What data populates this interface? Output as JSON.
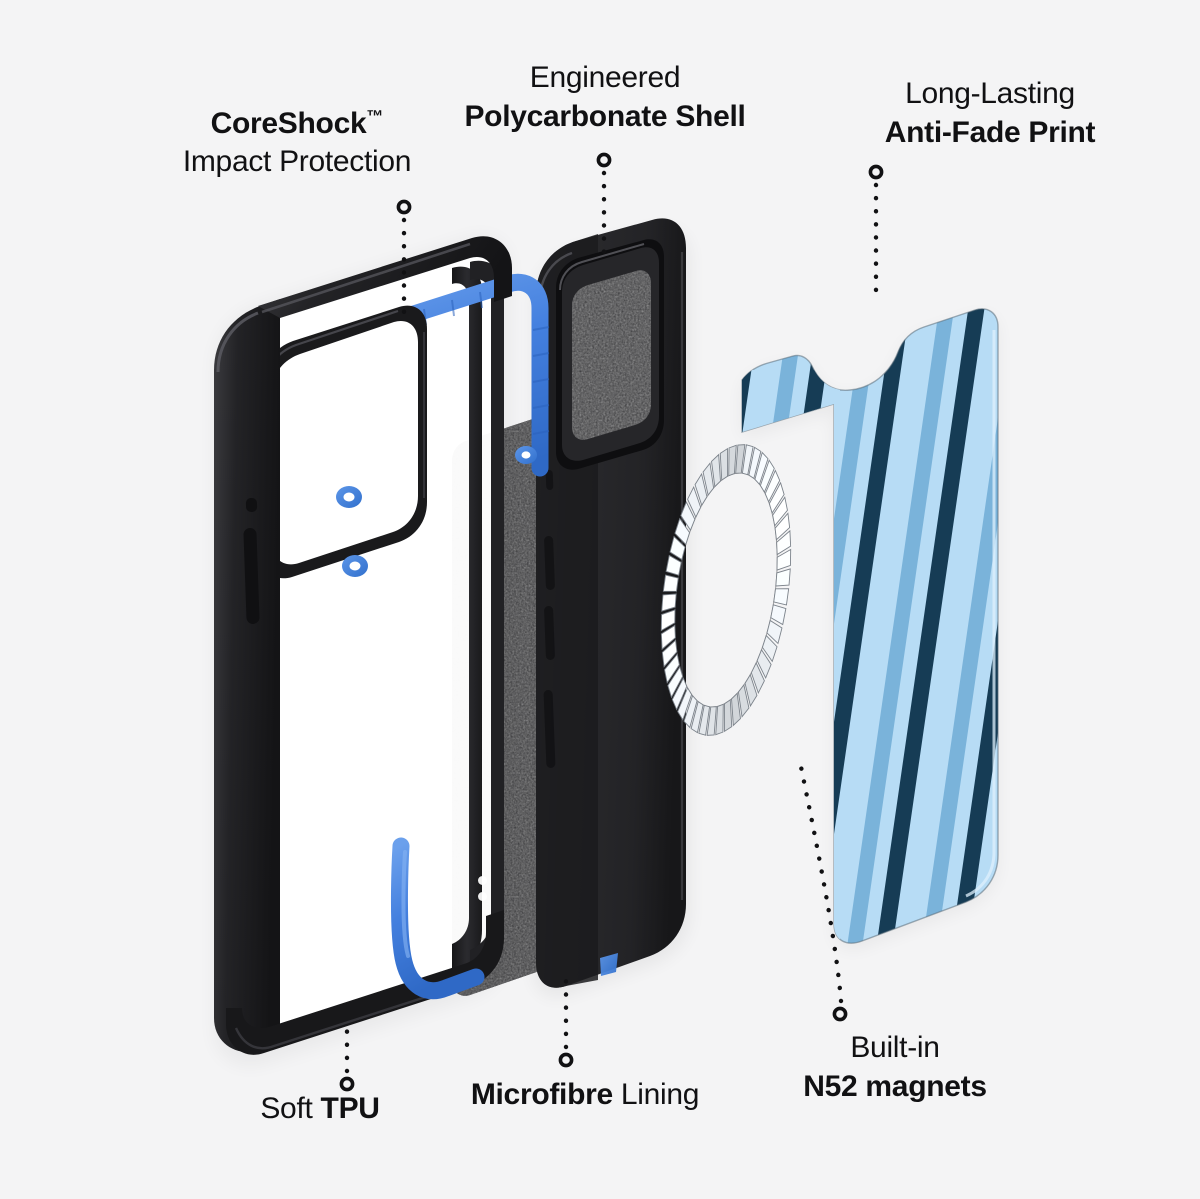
{
  "page": {
    "title": "Phone case exploded view infographic",
    "background_color": "#f4f4f5",
    "text_color": "#111113"
  },
  "theme": {
    "accent_blue": "#3f7fdb",
    "accent_blue_light": "#5d96e8",
    "case_black": "#1d1d1f",
    "case_black_mid": "#2e2e31",
    "case_black_light": "#3c3c40",
    "microfibre_dark": "#2a2a2c",
    "stripe_light": "#b7dcf5",
    "stripe_mid": "#7ab3da",
    "stripe_dark": "#163c55",
    "magnet_silver": "#e9ebee",
    "magnet_shadow": "#9aa0a6",
    "leader_dot": "#111113"
  },
  "callouts": [
    {
      "id": "coreshock",
      "line1": "CoreShock",
      "trademark": "™",
      "line2": "Impact Protection",
      "bold_line": 1,
      "position": "top-left",
      "leader": "vertical-dotted-down"
    },
    {
      "id": "polycarbonate",
      "line1": "Engineered",
      "line2": "Polycarbonate Shell",
      "bold_line": 2,
      "position": "top-center",
      "leader": "vertical-dotted-down"
    },
    {
      "id": "antifade",
      "line1": "Long-Lasting",
      "line2": "Anti-Fade Print",
      "bold_line": 2,
      "position": "top-right",
      "leader": "vertical-dotted-down"
    },
    {
      "id": "tpu",
      "line1": "Soft ",
      "line2": "TPU",
      "bold_line": 2,
      "position": "bottom-left",
      "leader": "vertical-dotted-up"
    },
    {
      "id": "microfibre",
      "line1": "Microfibre",
      "line2": " Lining",
      "bold_line": 1,
      "position": "bottom-center",
      "leader": "vertical-dotted-up"
    },
    {
      "id": "n52",
      "line1": "Built-in",
      "line2": "N52 magnets",
      "bold_line": 2,
      "position": "bottom-right",
      "leader": "curved-dotted-up"
    }
  ],
  "layers": [
    {
      "id": "tpu-bumper",
      "label": "Soft TPU bumper frame with CoreShock rail",
      "color": "#1d1d1f",
      "accent": "#3f7fdb"
    },
    {
      "id": "polycarbonate-shell",
      "label": "Engineered polycarbonate shell with microfibre lining and N52 magnet ring",
      "color": "#1d1d1f"
    },
    {
      "id": "print-backplate",
      "label": "Anti-fade printed striped back plate",
      "stripes": [
        "#b7dcf5",
        "#7ab3da",
        "#163c55"
      ]
    }
  ]
}
